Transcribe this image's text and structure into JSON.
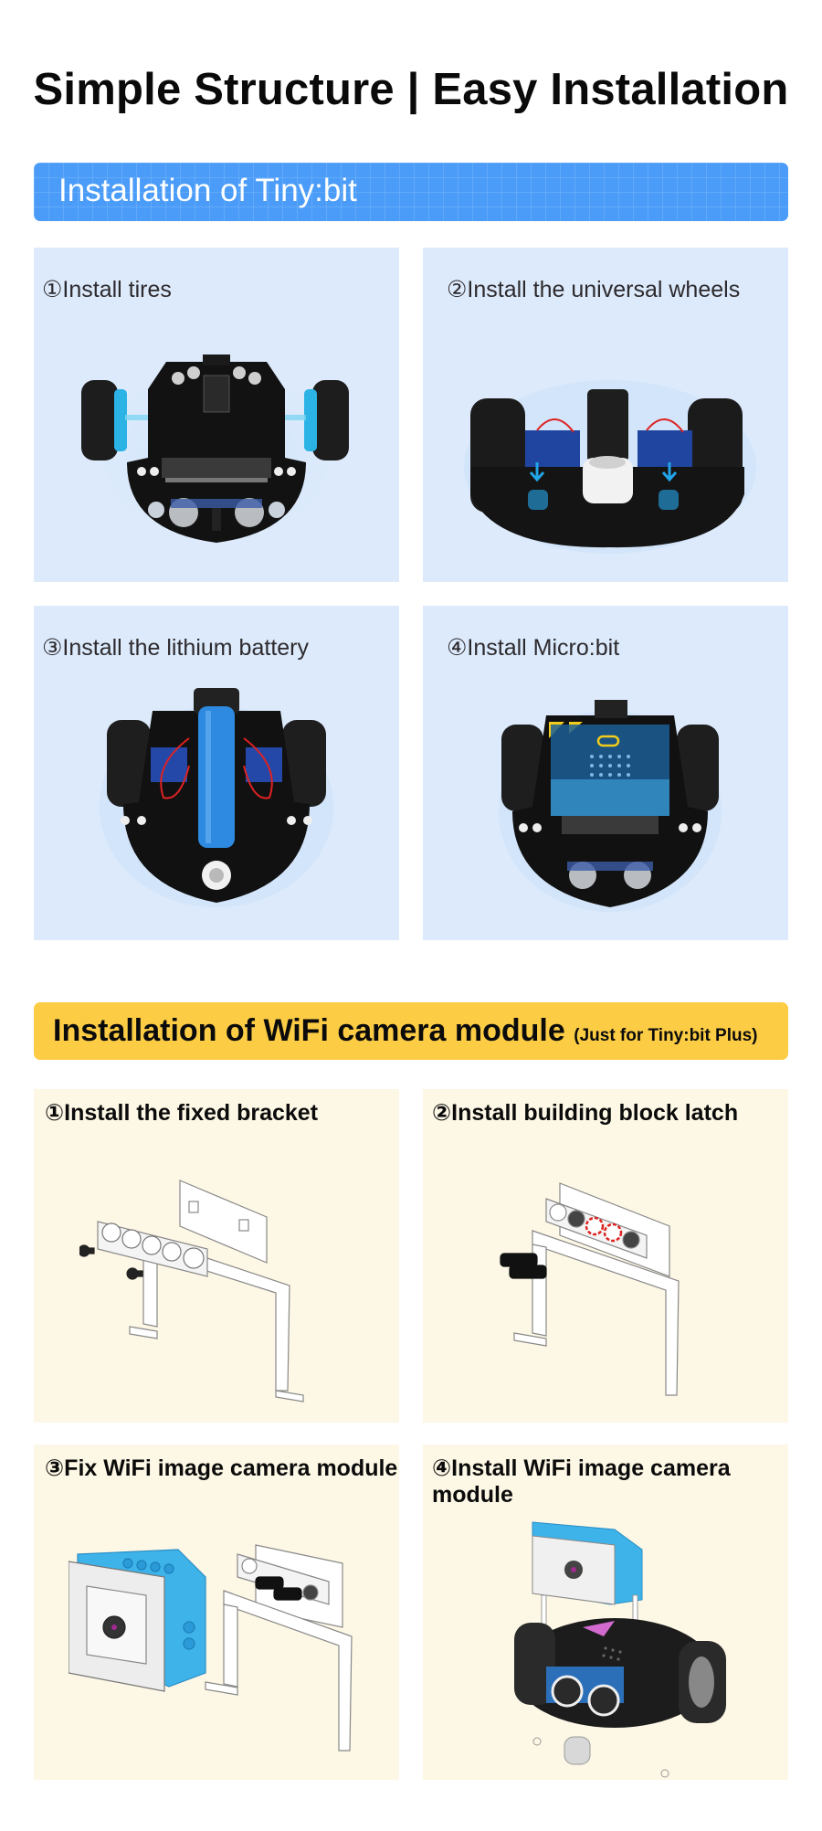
{
  "page": {
    "title": "Simple Structure | Easy Installation"
  },
  "sections": [
    {
      "banner": {
        "label": "Installation of Tiny:bit",
        "color": "#4a9cf8"
      },
      "panel_color": "#dceafb",
      "steps": [
        {
          "number": "①",
          "label": "Install tires",
          "image": "robot-chassis-tires-photo"
        },
        {
          "number": "②",
          "label": "Install the universal wheels",
          "image": "robot-universal-wheel-photo"
        },
        {
          "number": "③",
          "label": "Install the lithium battery",
          "image": "robot-lithium-battery-photo"
        },
        {
          "number": "④",
          "label": "Install Micro:bit",
          "image": "robot-microbit-photo"
        }
      ]
    },
    {
      "banner": {
        "label": "Installation of WiFi camera module",
        "note": "(Just for Tiny:bit Plus)",
        "color": "#fccc45"
      },
      "panel_color": "#fdf7e5",
      "steps": [
        {
          "number": "①",
          "label": "Install the fixed bracket",
          "image": "bracket-screws-diagram"
        },
        {
          "number": "②",
          "label": "Install building block latch",
          "image": "bracket-latch-diagram"
        },
        {
          "number": "③",
          "label": "Fix WiFi image camera module",
          "image": "camera-module-bracket-diagram"
        },
        {
          "number": "④",
          "label": "Install WiFi image camera module",
          "image": "robot-with-camera-diagram"
        }
      ]
    }
  ]
}
